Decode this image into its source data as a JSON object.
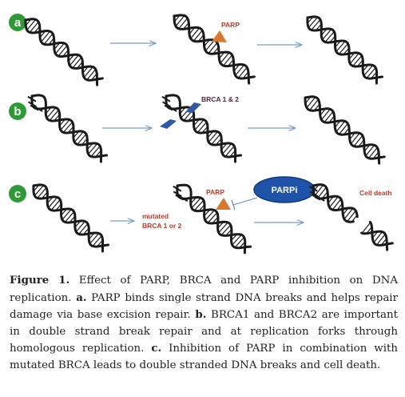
{
  "panels": {
    "a": {
      "badge": "a",
      "label_parp": "PARP"
    },
    "b": {
      "badge": "b",
      "label_brca": "BRCA 1 & 2"
    },
    "c": {
      "badge": "c",
      "label_parp": "PARP",
      "label_mutated": "mutated",
      "label_brca": "BRCA 1 or 2",
      "label_parpi": "PARPi",
      "label_death": "Cell death"
    }
  },
  "caption": {
    "figure_label": "Figure 1.",
    "intro": " Effect of PARP, BRCA and PARP inhibition on DNA replication. ",
    "a_label": "a.",
    "a_text": " PARP binds single strand DNA breaks and helps repair damage via base excision repair. ",
    "b_label": "b.",
    "b_text": " BRCA1 and BRCA2 are important in double strand break repair and at replication forks through homologous replication. ",
    "c_label": "c.",
    "c_text": " Inhibition of PARP in combination with mutated BRCA leads to double stranded DNA breaks and cell death."
  },
  "colors": {
    "badge": "#2e9a35",
    "dna": "#1a1a1a",
    "arrow": "#7a9cc6",
    "parp_triangle": "#d9772f",
    "brca_protein": "#2f5aa0",
    "parpi_oval": "#1f53a8",
    "red_text": "#c0392b"
  }
}
